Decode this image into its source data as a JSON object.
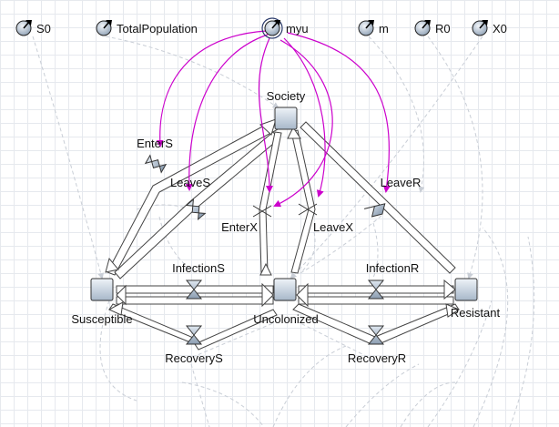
{
  "parameters": [
    {
      "id": "S0",
      "label": "S0"
    },
    {
      "id": "TotalPopulation",
      "label": "TotalPopulation"
    },
    {
      "id": "myu",
      "label": "myu",
      "selected": true
    },
    {
      "id": "m",
      "label": "m"
    },
    {
      "id": "R0",
      "label": "R0"
    },
    {
      "id": "X0",
      "label": "X0"
    }
  ],
  "stocks": [
    {
      "id": "society",
      "label": "Society"
    },
    {
      "id": "susceptible",
      "label": "Susceptible"
    },
    {
      "id": "uncolonized",
      "label": "Uncolonized"
    },
    {
      "id": "resistant",
      "label": "Resistant"
    }
  ],
  "flows": [
    {
      "id": "EnterS",
      "label": "EnterS"
    },
    {
      "id": "LeaveS",
      "label": "LeaveS"
    },
    {
      "id": "EnterX",
      "label": "EnterX"
    },
    {
      "id": "LeaveX",
      "label": "LeaveX"
    },
    {
      "id": "LeaveR",
      "label": "LeaveR"
    },
    {
      "id": "InfectionS",
      "label": "InfectionS"
    },
    {
      "id": "InfectionR",
      "label": "InfectionR"
    },
    {
      "id": "RecoveryS",
      "label": "RecoveryS"
    },
    {
      "id": "RecoveryR",
      "label": "RecoveryR"
    }
  ],
  "colors": {
    "link": "#cc00cc",
    "faint_link": "#c9ced6",
    "stock_fill_top": "#e9eff6",
    "stock_fill_bottom": "#a9b9cb",
    "grid": "#e6e9ee"
  }
}
